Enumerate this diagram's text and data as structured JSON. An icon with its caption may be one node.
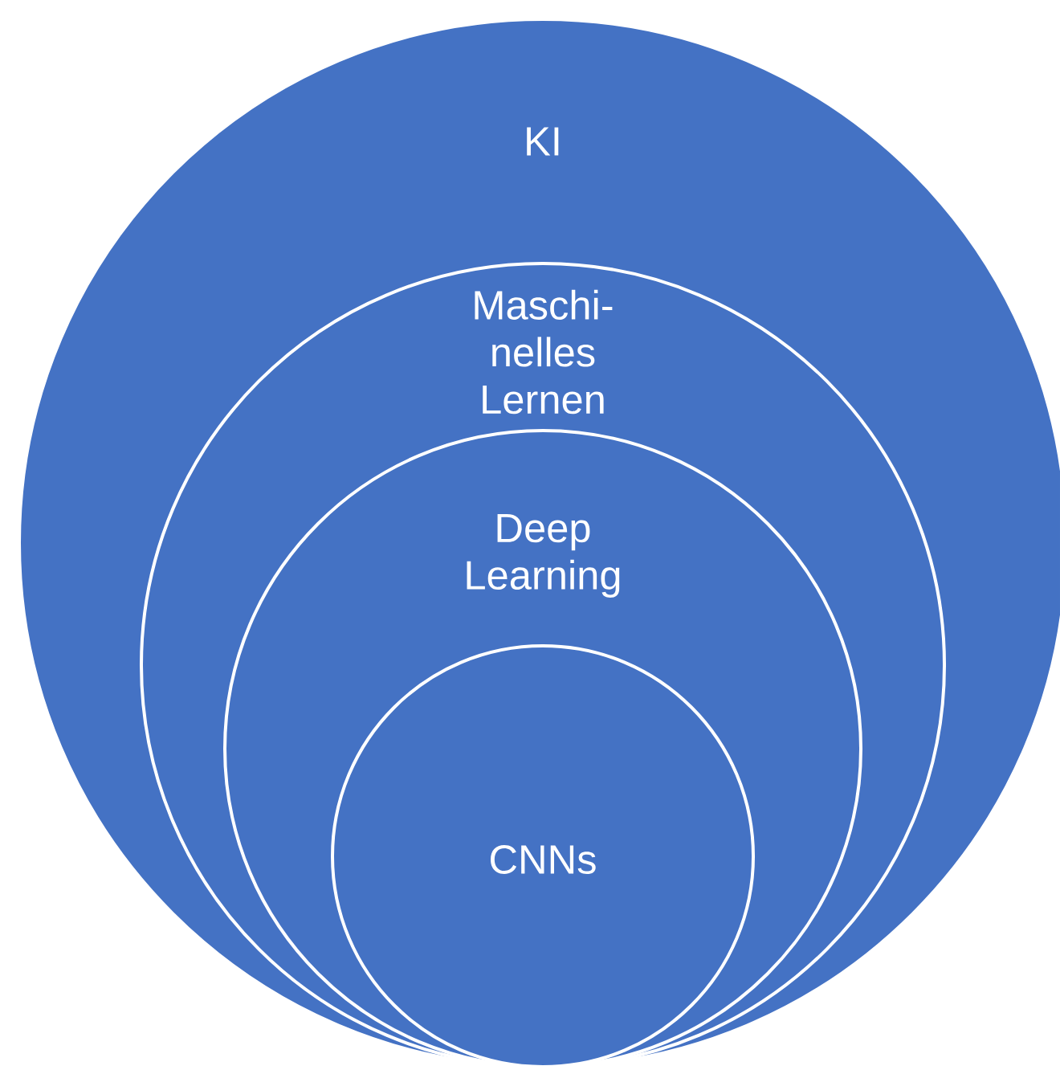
{
  "diagram": {
    "nodes": [
      {
        "text": [
          "KI"
        ]
      },
      {
        "text": [
          "Maschi-nelles Lernen"
        ],
        "in": 0
      },
      {
        "text": [
          "Deep Learning"
        ],
        "in": 1
      },
      {
        "text": [
          "CNNs"
        ],
        "in": 2
      }
    ]
  }
}
